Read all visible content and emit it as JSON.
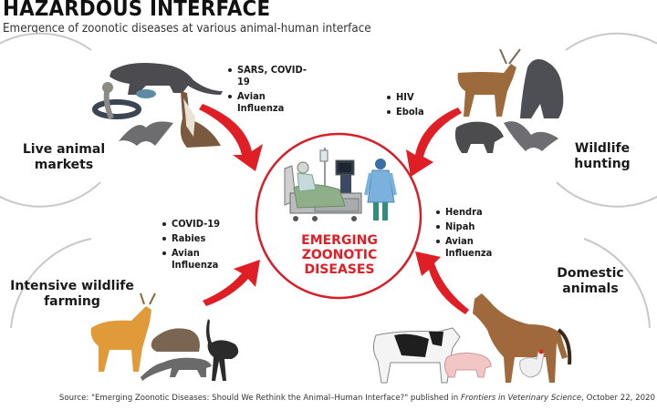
{
  "header": {
    "title": "HAZARDOUS INTERFACE",
    "subtitle": "Emergence of zoonotic diseases at various animal-human interface"
  },
  "center": {
    "label_lines": [
      "EMERGING",
      "ZOONOTIC",
      "DISEASES"
    ],
    "illustration": "hospital-bed-patient-and-health-worker",
    "ring_color": "#d71f2a"
  },
  "arrow_color": "#e01e26",
  "interfaces": [
    {
      "id": "live-animal-markets",
      "label_lines": [
        "Live animal",
        "markets"
      ],
      "animals": [
        "civet",
        "cobra",
        "fish",
        "bat",
        "goose"
      ],
      "diseases": [
        "SARS, COVID-19",
        "Avian Influenza"
      ]
    },
    {
      "id": "wildlife-hunting",
      "label_lines": [
        "Wildlife",
        "hunting"
      ],
      "animals": [
        "deer",
        "gorilla",
        "warthog",
        "bat"
      ],
      "diseases": [
        "HIV",
        "Ebola"
      ]
    },
    {
      "id": "intensive-wildlife-farming",
      "label_lines": [
        "Intensive wildlife",
        "farming"
      ],
      "animals": [
        "deer",
        "porcupine",
        "civet",
        "ostrich"
      ],
      "diseases": [
        "COVID-19",
        "Rabies",
        "Avian Influenza"
      ]
    },
    {
      "id": "domestic-animals",
      "label_lines": [
        "Domestic",
        "animals"
      ],
      "animals": [
        "cow",
        "pig",
        "horse",
        "chicken"
      ],
      "diseases": [
        "Hendra",
        "Nipah",
        "Avian Influenza"
      ]
    }
  ],
  "source": {
    "prefix": "Source: \"Emerging Zoonotic Diseases: Should We Rethink the Animal–Human Interface?\" published in ",
    "journal": "Frontiers in Veterinary Science",
    "suffix": ", October 22, 2020"
  }
}
